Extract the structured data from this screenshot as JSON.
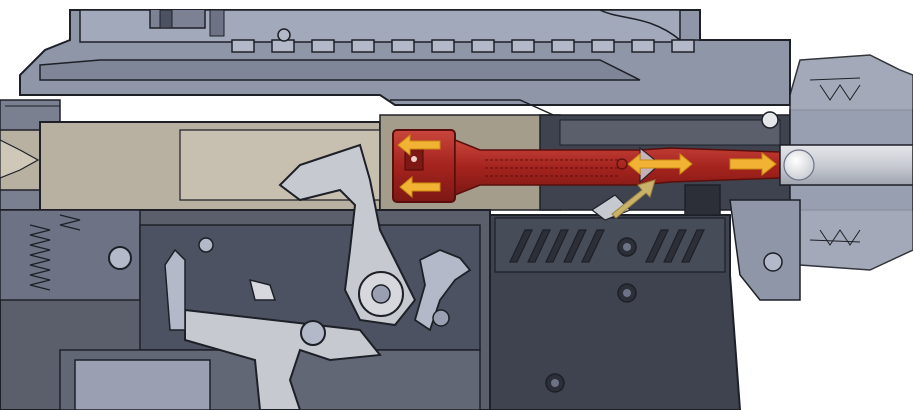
{
  "diagram": {
    "kind": "mechanical cross-section illustration",
    "text_labels": [],
    "colors": {
      "background": "#ffffff",
      "steel": "#8f96a8",
      "steel_light": "#b3b9c8",
      "steel_dark": "#4d5262",
      "bolt_tan": "#b8b0a0",
      "bolt_tan_dark": "#8f8574",
      "lower_receiver": "#5a5f6b",
      "magazine": "#3f4350",
      "piston_red": "#a5231e",
      "piston_red_light": "#c8463c",
      "arrow_yellow": "#f2b233",
      "arrow_olive": "#c9b36a",
      "ball": "#f0f0f0",
      "outline": "#1e2028"
    },
    "arrows": [
      {
        "name": "left-arrow-upper",
        "direction": "left"
      },
      {
        "name": "left-arrow-lower",
        "direction": "left"
      },
      {
        "name": "double-arrow-center",
        "direction": "left-right"
      },
      {
        "name": "right-arrow-barrel",
        "direction": "right"
      },
      {
        "name": "diagonal-arrow-up",
        "direction": "up-right"
      }
    ]
  }
}
